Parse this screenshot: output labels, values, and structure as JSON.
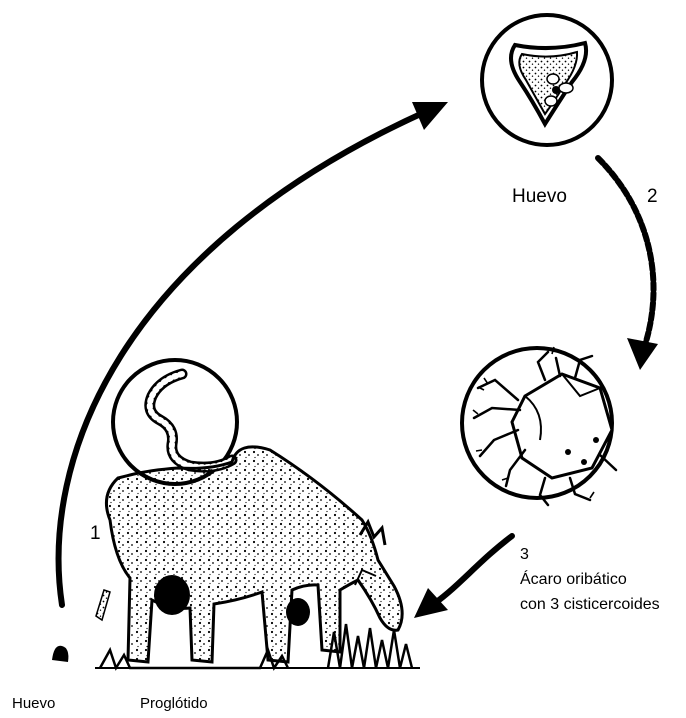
{
  "labels": {
    "egg_top": "Huevo",
    "step_1": "1",
    "step_2": "2",
    "step_3": "3",
    "mite_line_1": "Ácaro oribático",
    "mite_line_2": "con 3 cisticercoides",
    "egg_bottom": "Huevo",
    "proglottid": "Proglótido"
  }
}
